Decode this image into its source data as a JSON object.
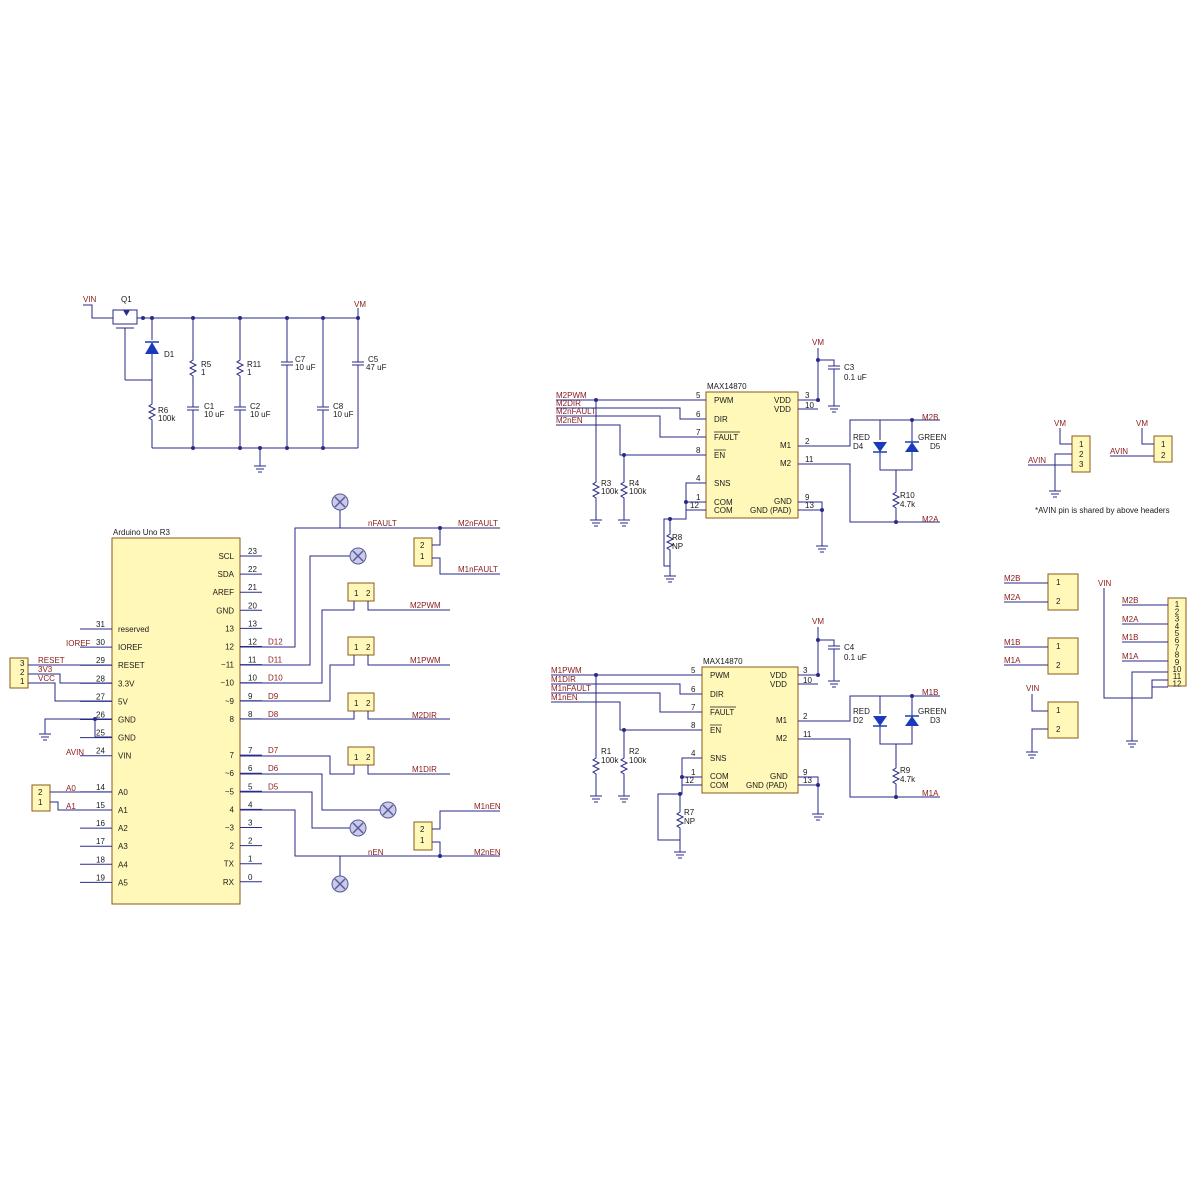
{
  "nets": {
    "vin": "VIN",
    "vm": "VM",
    "avin": "AVIN",
    "m1a": "M1A",
    "m1b": "M1B",
    "m2a": "M2A",
    "m2b": "M2B",
    "m1pwm": "M1PWM",
    "m1dir": "M1DIR",
    "m1nfault": "M1nFAULT",
    "m1nen": "M1nEN",
    "m2pwm": "M2PWM",
    "m2dir": "M2DIR",
    "m2nfault": "M2nFAULT",
    "m2nen": "M2nEN",
    "nfault": "nFAULT",
    "nen": "nEN",
    "ioref": "IOREF",
    "reset": "RESET",
    "v3v3": "3V3",
    "vcc": "VCC",
    "a0": "A0",
    "a1": "A1"
  },
  "power": {
    "q1": "Q1",
    "d1": "D1",
    "r5": "R5",
    "r5v": "1",
    "r11": "R11",
    "r11v": "1",
    "r6": "R6",
    "r6v": "100k",
    "c1": "C1",
    "c1v": "10 uF",
    "c2": "C2",
    "c2v": "10 uF",
    "c7": "C7",
    "c7v": "10 uF",
    "c8": "C8",
    "c8v": "10 uF",
    "c5": "C5",
    "c5v": "47 uF"
  },
  "arduino": {
    "title": "Arduino Uno R3",
    "left": [
      {
        "num": "31",
        "label": "reserved"
      },
      {
        "num": "30",
        "label": "IOREF"
      },
      {
        "num": "29",
        "label": "RESET"
      },
      {
        "num": "28",
        "label": "3.3V"
      },
      {
        "num": "27",
        "label": "5V"
      },
      {
        "num": "26",
        "label": "GND"
      },
      {
        "num": "25",
        "label": "GND"
      },
      {
        "num": "24",
        "label": "VIN"
      },
      {
        "num": "",
        "label": ""
      },
      {
        "num": "14",
        "label": "A0"
      },
      {
        "num": "15",
        "label": "A1"
      },
      {
        "num": "16",
        "label": "A2"
      },
      {
        "num": "17",
        "label": "A3"
      },
      {
        "num": "18",
        "label": "A4"
      },
      {
        "num": "19",
        "label": "A5"
      }
    ],
    "right": [
      {
        "num": "23",
        "label": "SCL",
        "net": ""
      },
      {
        "num": "22",
        "label": "SDA",
        "net": ""
      },
      {
        "num": "21",
        "label": "AREF",
        "net": ""
      },
      {
        "num": "20",
        "label": "GND",
        "net": ""
      },
      {
        "num": "13",
        "label": "13",
        "net": ""
      },
      {
        "num": "12",
        "label": "12",
        "net": "D12"
      },
      {
        "num": "11",
        "label": "~11",
        "net": "D11"
      },
      {
        "num": "10",
        "label": "~10",
        "net": "D10"
      },
      {
        "num": "9",
        "label": "~9",
        "net": "D9"
      },
      {
        "num": "8",
        "label": "8",
        "net": "D8"
      },
      {
        "num": "",
        "label": "",
        "net": ""
      },
      {
        "num": "7",
        "label": "7",
        "net": "D7"
      },
      {
        "num": "6",
        "label": "~6",
        "net": "D6"
      },
      {
        "num": "5",
        "label": "~5",
        "net": "D5"
      },
      {
        "num": "4",
        "label": "4",
        "net": ""
      },
      {
        "num": "3",
        "label": "~3",
        "net": ""
      },
      {
        "num": "2",
        "label": "2",
        "net": ""
      },
      {
        "num": "1",
        "label": "TX",
        "net": ""
      },
      {
        "num": "0",
        "label": "RX",
        "net": ""
      }
    ]
  },
  "driver": {
    "part": "MAX14870",
    "pins": {
      "pwm": "PWM",
      "dir": "DIR",
      "fault": "FAULT",
      "en": "EN",
      "sns": "SNS",
      "com": "COM",
      "vdd": "VDD",
      "m1": "M1",
      "m2": "M2",
      "gnd": "GND",
      "gndpad": "GND (PAD)"
    },
    "nums": {
      "pwm": "5",
      "dir": "6",
      "fault": "7",
      "en": "8",
      "sns": "4",
      "com1": "1",
      "com2": "12",
      "vdd1": "3",
      "vdd2": "10",
      "m1": "2",
      "m2": "11",
      "gnd1": "9",
      "gnd2": "13"
    }
  },
  "drv2": {
    "r3": "R3",
    "r3v": "100k",
    "r4": "R4",
    "r4v": "100k",
    "r8": "R8",
    "r8v": "NP",
    "c3": "C3",
    "c3v": "0.1 uF",
    "r10": "R10",
    "r10v": "4.7k",
    "led_red": "RED",
    "led_green": "GREEN",
    "d4": "D4",
    "d5": "D5"
  },
  "drv1": {
    "r1": "R1",
    "r1v": "100k",
    "r2": "R2",
    "r2v": "100k",
    "r7": "R7",
    "r7v": "NP",
    "c4": "C4",
    "c4v": "0.1 uF",
    "r9": "R9",
    "r9v": "4.7k",
    "led_red": "RED",
    "led_green": "GREEN",
    "d2": "D2",
    "d3": "D3"
  },
  "note": "*AVIN pin is shared by above headers"
}
